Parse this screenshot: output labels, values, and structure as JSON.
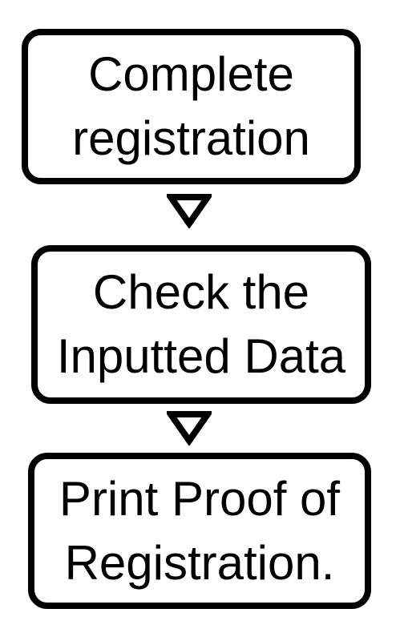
{
  "flowchart": {
    "steps": [
      {
        "label": "Complete\nregistration"
      },
      {
        "label": "Check the\nInputted Data"
      },
      {
        "label": "Print Proof of\nRegistration."
      }
    ]
  },
  "colors": {
    "stroke": "#000000",
    "fill": "#ffffff"
  },
  "icons": {
    "connector": "down-triangle-arrow-icon"
  }
}
